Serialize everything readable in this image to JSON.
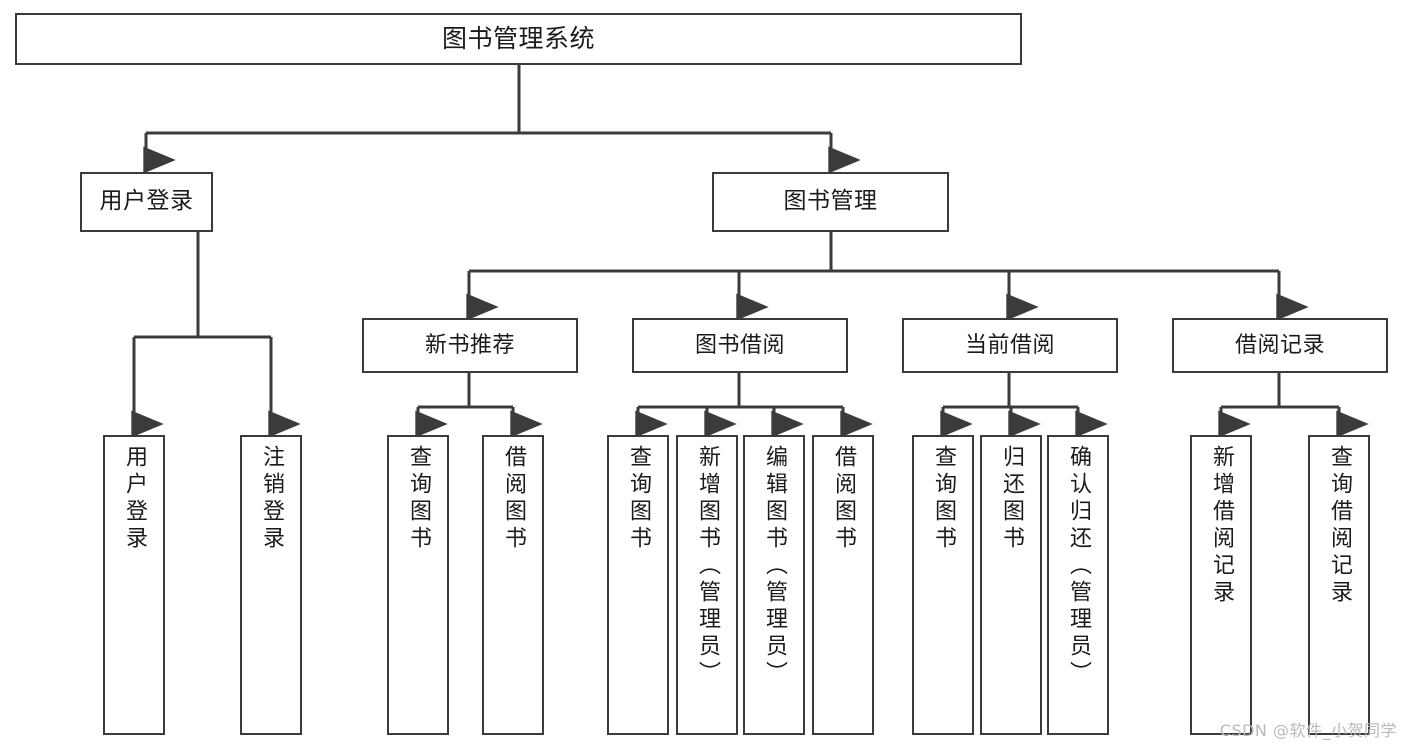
{
  "diagram": {
    "title": "图书管理系统",
    "watermark": "CSDN @软件_小贺同学",
    "line_color": "#3b3b3b",
    "box_fill": "#ffffff",
    "text_color": "#1b1b1b",
    "root": {
      "label": "图书管理系统"
    },
    "level2": [
      {
        "label": "用户登录"
      },
      {
        "label": "图书管理"
      }
    ],
    "level3": [
      {
        "label": "新书推荐"
      },
      {
        "label": "图书借阅"
      },
      {
        "label": "当前借阅"
      },
      {
        "label": "借阅记录"
      }
    ],
    "leaves": {
      "user_login": [
        {
          "label": "用户登录"
        },
        {
          "label": "注销登录"
        }
      ],
      "new_book_recommend": [
        {
          "label": "查询图书"
        },
        {
          "label": "借阅图书"
        }
      ],
      "book_borrow": [
        {
          "label": "查询图书"
        },
        {
          "label": "新增图书（管理员）"
        },
        {
          "label": "编辑图书（管理员）"
        },
        {
          "label": "借阅图书"
        }
      ],
      "current_borrow": [
        {
          "label": "查询图书"
        },
        {
          "label": "归还图书"
        },
        {
          "label": "确认归还（管理员）"
        }
      ],
      "borrow_record": [
        {
          "label": "新增借阅记录"
        },
        {
          "label": "查询借阅记录"
        }
      ]
    }
  }
}
